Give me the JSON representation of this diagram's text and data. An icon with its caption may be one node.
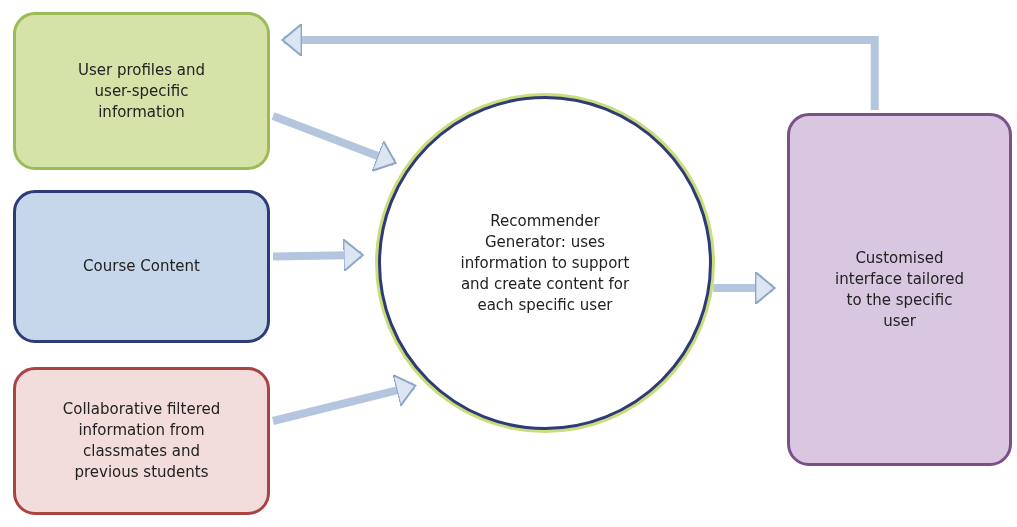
{
  "diagram": {
    "nodes": [
      {
        "text": [
          "User profiles and user-specific information"
        ]
      },
      {
        "text": [
          "Course Content"
        ]
      },
      {
        "text": [
          "Collaborative filtered information from classmates and previous students"
        ]
      },
      {
        "text": [
          "Recommender Generator: uses information to support and create content for each specific user"
        ]
      },
      {
        "text": [
          "Customised interface tailored to the specific user"
        ]
      }
    ],
    "edges": [
      {
        "from": 0,
        "to": 3,
        "arrow": "to"
      },
      {
        "from": 1,
        "to": 3,
        "arrow": "to"
      },
      {
        "from": 2,
        "to": 3,
        "arrow": "to"
      },
      {
        "from": 3,
        "to": 4,
        "arrow": "to"
      },
      {
        "from": 4,
        "to": 0,
        "arrow": "to"
      }
    ]
  }
}
